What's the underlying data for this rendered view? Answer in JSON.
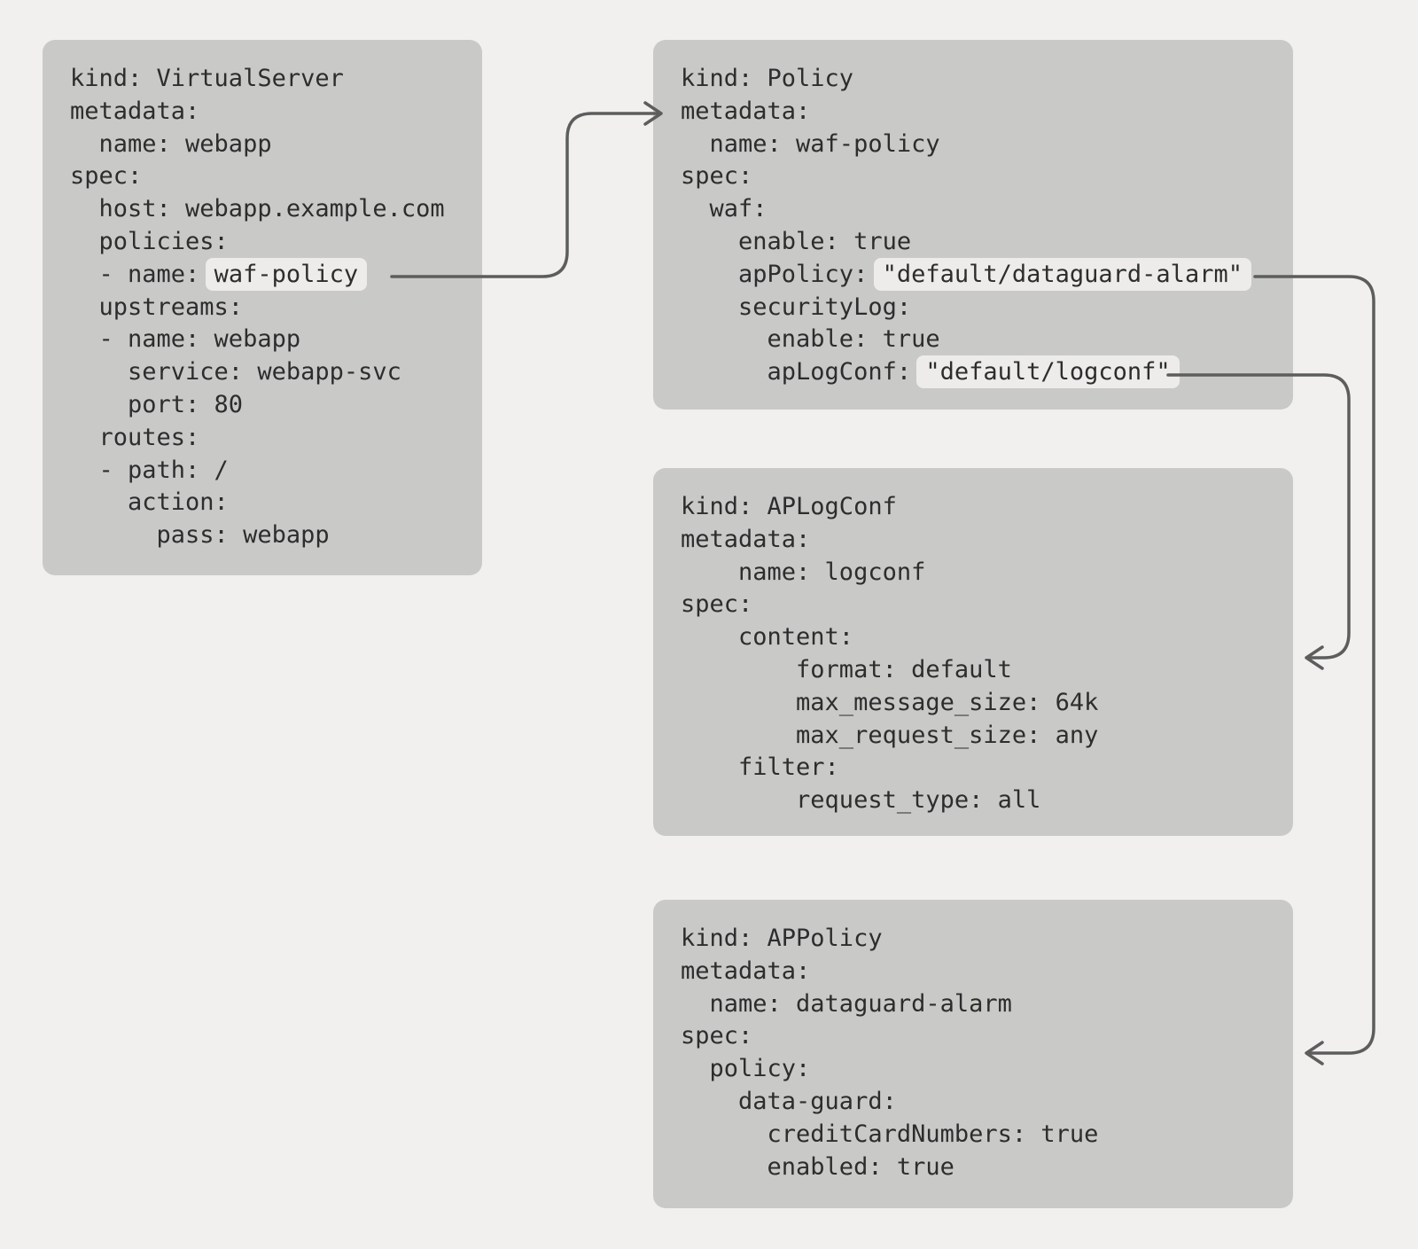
{
  "colors": {
    "background": "#f1f0ef",
    "box_background": "#c9c9c8",
    "highlight_chip_background": "#edecea",
    "code_text": "#2d2d2d",
    "connector_line": "#5d5d5d"
  },
  "boxes": [
    {
      "id": "virtualserver",
      "kind": "VirtualServer",
      "lines": [
        [
          {
            "t": "kind: VirtualServer"
          }
        ],
        [
          {
            "t": "metadata:"
          }
        ],
        [
          {
            "t": "  name: webapp"
          }
        ],
        [
          {
            "t": "spec:"
          }
        ],
        [
          {
            "t": "  host: webapp.example.com"
          }
        ],
        [
          {
            "t": "  policies:"
          }
        ],
        [
          {
            "t": "  - name: "
          },
          {
            "t": "waf-policy",
            "hl": true
          }
        ],
        [
          {
            "t": "  upstreams:"
          }
        ],
        [
          {
            "t": "  - name: webapp"
          }
        ],
        [
          {
            "t": "    service: webapp-svc"
          }
        ],
        [
          {
            "t": "    port: 80"
          }
        ],
        [
          {
            "t": "  routes:"
          }
        ],
        [
          {
            "t": "  - path: /"
          }
        ],
        [
          {
            "t": "    action:"
          }
        ],
        [
          {
            "t": "      pass: webapp"
          }
        ]
      ]
    },
    {
      "id": "policy",
      "kind": "Policy",
      "lines": [
        [
          {
            "t": "kind: Policy"
          }
        ],
        [
          {
            "t": "metadata:"
          }
        ],
        [
          {
            "t": "  name: waf-policy"
          }
        ],
        [
          {
            "t": "spec:"
          }
        ],
        [
          {
            "t": "  waf:"
          }
        ],
        [
          {
            "t": "    enable: true"
          }
        ],
        [
          {
            "t": "    apPolicy: "
          },
          {
            "t": "\"default/dataguard-alarm\"",
            "hl": true
          }
        ],
        [
          {
            "t": "    securityLog:"
          }
        ],
        [
          {
            "t": "      enable: true"
          }
        ],
        [
          {
            "t": "      apLogConf: "
          },
          {
            "t": "\"default/logconf\"",
            "hl": true
          }
        ]
      ]
    },
    {
      "id": "aplogconf",
      "kind": "APLogConf",
      "lines": [
        [
          {
            "t": "kind: APLogConf"
          }
        ],
        [
          {
            "t": "metadata:"
          }
        ],
        [
          {
            "t": "    name: logconf"
          }
        ],
        [
          {
            "t": "spec:"
          }
        ],
        [
          {
            "t": "    content:"
          }
        ],
        [
          {
            "t": "        format: default"
          }
        ],
        [
          {
            "t": "        max_message_size: 64k"
          }
        ],
        [
          {
            "t": "        max_request_size: any"
          }
        ],
        [
          {
            "t": "    filter:"
          }
        ],
        [
          {
            "t": "        request_type: all"
          }
        ]
      ]
    },
    {
      "id": "appolicy",
      "kind": "APPolicy",
      "lines": [
        [
          {
            "t": "kind: APPolicy"
          }
        ],
        [
          {
            "t": "metadata:"
          }
        ],
        [
          {
            "t": "  name: dataguard-alarm"
          }
        ],
        [
          {
            "t": "spec:"
          }
        ],
        [
          {
            "t": "  policy:"
          }
        ],
        [
          {
            "t": "    data-guard:"
          }
        ],
        [
          {
            "t": "      creditCardNumbers: true"
          }
        ],
        [
          {
            "t": "      enabled: true"
          }
        ]
      ]
    }
  ],
  "connectors": [
    {
      "id": "virtualserver-to-policy",
      "from": "waf-policy",
      "to": "Policy.metadata"
    },
    {
      "id": "policy-to-appolicy",
      "from": "apPolicy: default/dataguard-alarm",
      "to": "APPolicy"
    },
    {
      "id": "policy-to-aplogconf",
      "from": "apLogConf: default/logconf",
      "to": "APLogConf"
    }
  ]
}
